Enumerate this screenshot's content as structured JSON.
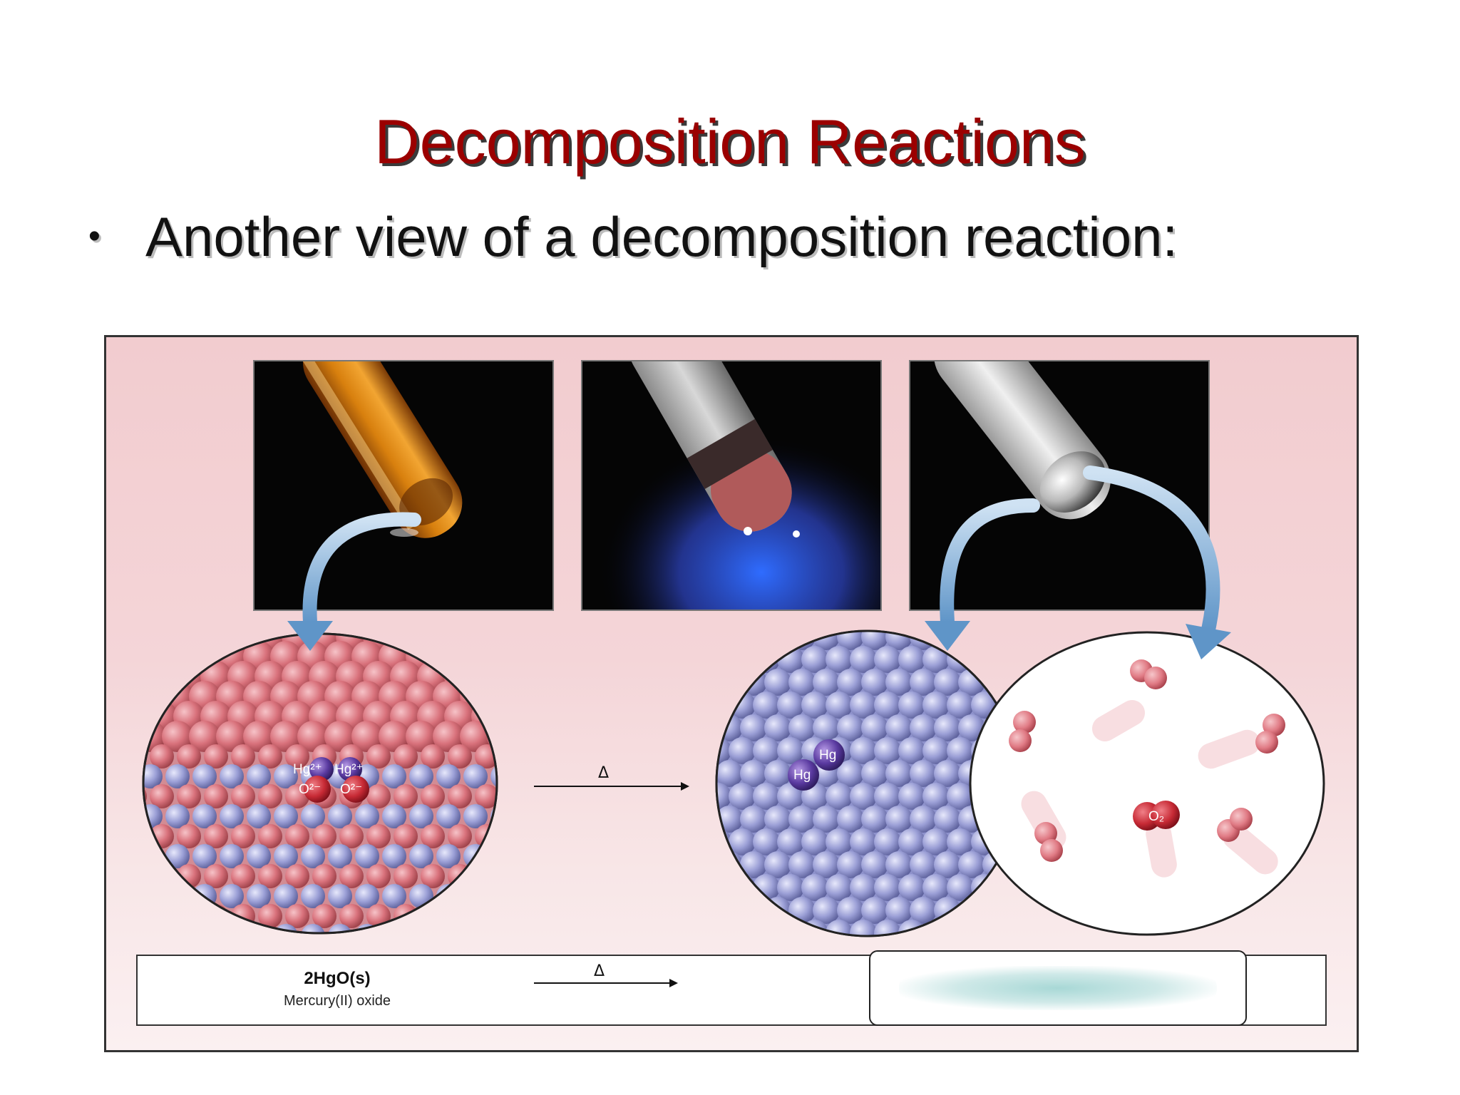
{
  "slide": {
    "title": "Decomposition Reactions",
    "bullet": "Another view of a decomposition reaction:"
  },
  "figure": {
    "photos": [
      {
        "name": "test tube of orange mercury(II) oxide"
      },
      {
        "name": "test tube being heated over a blue flame"
      },
      {
        "name": "test tube with liquid mercury droplet"
      }
    ],
    "reactant_labels": {
      "ion1": "Hg²⁺",
      "ion2": "Hg²⁺",
      "ion3": "O²⁻",
      "ion4": "O²⁻"
    },
    "product_labels": {
      "atom1": "Hg",
      "atom2": "Hg",
      "molecule": "O₂"
    },
    "reaction_arrow_symbol": "Δ",
    "equation": {
      "formula": "2HgO(s)",
      "name": "Mercury(II) oxide",
      "arrow_symbol": "Δ"
    }
  },
  "colors": {
    "title": "#9b0000",
    "oxide_sphere": "#d9727c",
    "mercury_sphere": "#9b9fd6",
    "oxygen_molecule": "#c72a35",
    "arrow_blue": "#6fa3cf"
  }
}
